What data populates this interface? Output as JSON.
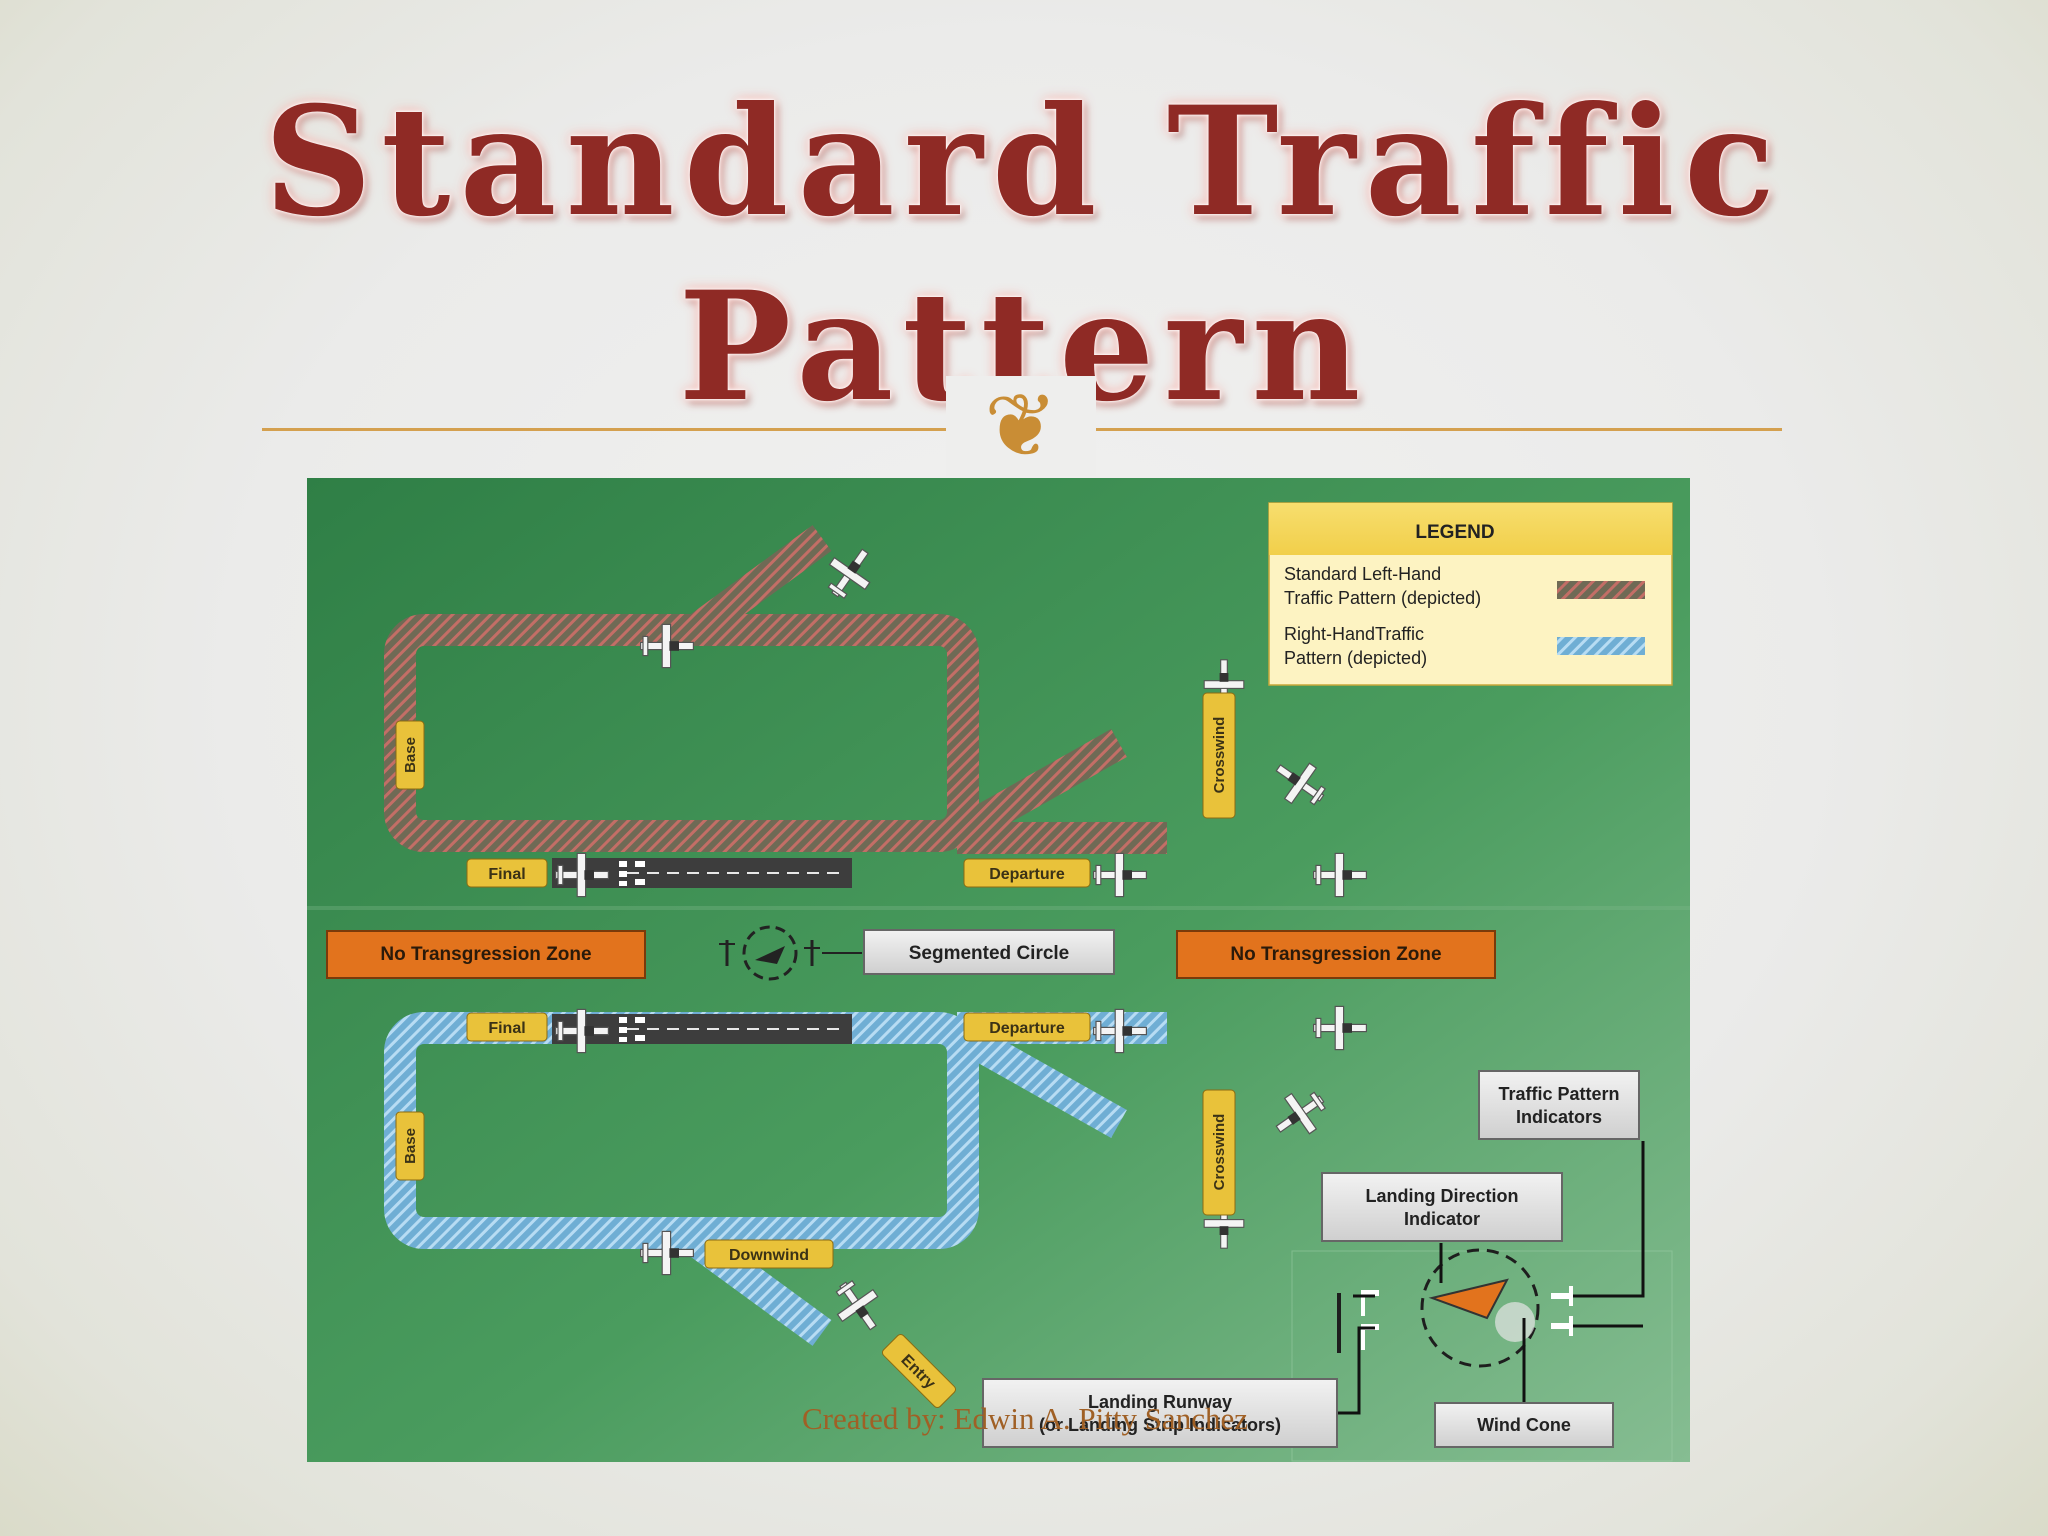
{
  "slide": {
    "title": "Standard Traffic Pattern",
    "flourish_glyph": "❦",
    "footer": "Created by: Edwin A. Pitty Sanchez"
  },
  "diagram": {
    "legend": {
      "title": "LEGEND",
      "left_hand_line1": "Standard Left-Hand",
      "left_hand_line2": "Traffic Pattern (depicted)",
      "right_hand_line1": "Right-HandTraffic",
      "right_hand_line2": "Pattern (depicted)"
    },
    "leg_labels": {
      "base": "Base",
      "final": "Final",
      "departure": "Departure",
      "crosswind": "Crosswind",
      "downwind": "Downwind",
      "entry": "Entry"
    },
    "zones": {
      "no_transgression": "No Transgression Zone"
    },
    "callouts": {
      "segmented_circle": "Segmented Circle",
      "traffic_pattern_indicators_line1": "Traffic Pattern",
      "traffic_pattern_indicators_line2": "Indicators",
      "landing_direction_indicator_line1": "Landing Direction",
      "landing_direction_indicator_line2": "Indicator",
      "landing_runway_line1": "Landing Runway",
      "landing_runway_line2": "(or Landing Strip Indicators)",
      "wind_cone": "Wind Cone"
    },
    "colors": {
      "grass": "#4a9a5c",
      "left_pattern": "#b26a62",
      "right_pattern": "#8fc3e6",
      "label_fill": "#e9c23a",
      "zone_fill": "#e2731d",
      "legend_fill": "#fdf3c2"
    }
  }
}
